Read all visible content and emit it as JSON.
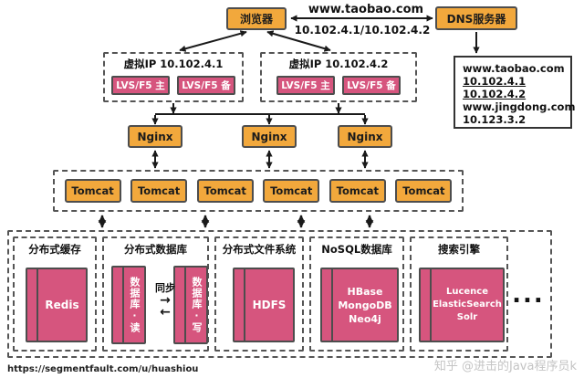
{
  "colors": {
    "node_orange": "#F2A83C",
    "node_pink": "#D6557E",
    "border_dark": "#4D4D4D"
  },
  "top": {
    "browser": "浏览器",
    "domain": "www.taobao.com",
    "dns_server": "DNS服务器",
    "resolved_ips": "10.102.4.1/10.102.4.2"
  },
  "dns_table": {
    "rows": [
      {
        "text": "www.taobao.com",
        "underline": false
      },
      {
        "text": "10.102.4.1",
        "underline": true
      },
      {
        "text": "10.102.4.2",
        "underline": true
      },
      {
        "text": "www.jingdong.com",
        "underline": false
      },
      {
        "text": "10.123.3.2",
        "underline": false
      }
    ]
  },
  "vip_groups": [
    {
      "title": "虚拟IP 10.102.4.1",
      "master": "LVS/F5 主",
      "backup": "LVS/F5 备"
    },
    {
      "title": "虚拟IP 10.102.4.2",
      "master": "LVS/F5 主",
      "backup": "LVS/F5 备"
    }
  ],
  "nginx_row": [
    "Nginx",
    "Nginx",
    "Nginx"
  ],
  "tomcat_row": [
    "Tomcat",
    "Tomcat",
    "Tomcat",
    "Tomcat",
    "Tomcat",
    "Tomcat"
  ],
  "storage": {
    "cache": {
      "title": "分布式缓存",
      "card": "Redis"
    },
    "database": {
      "title": "分布式数据库",
      "read_card": "数据库·读",
      "write_card": "数据库·写",
      "sync": "同步",
      "sync_right_arrow": "→",
      "sync_left_arrow": "←"
    },
    "filesystem": {
      "title": "分布式文件系统",
      "card": "HDFS"
    },
    "nosql": {
      "title": "NoSQL数据库",
      "lines": [
        "HBase",
        "MongoDB",
        "Neo4j"
      ]
    },
    "search": {
      "title": "搜索引擎",
      "lines": [
        "Lucence",
        "ElasticSearch",
        "Solr"
      ]
    },
    "more": "..."
  },
  "footer": {
    "source_link": "https://segmentfault.com/u/huashiou",
    "watermark": "知乎 @进击的Java程序员k"
  }
}
